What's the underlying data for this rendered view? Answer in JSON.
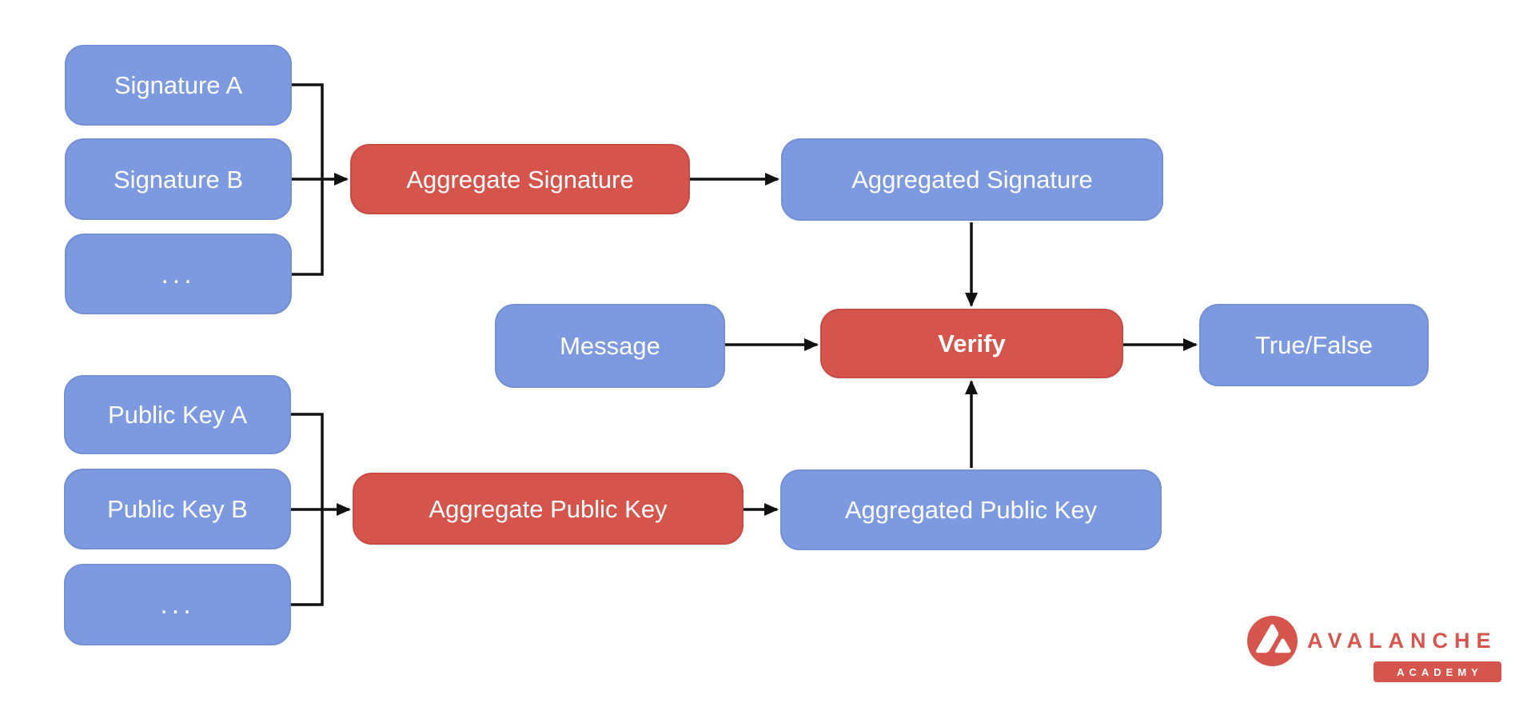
{
  "colors": {
    "background": "#ffffff",
    "data_node_blue": "#7d9ae0",
    "operation_node_red": "#d5544c",
    "node_text": "#ffffff",
    "connector_black": "#111111",
    "brand_red": "#d6564e"
  },
  "nodes": {
    "signature_a": {
      "label": "Signature A"
    },
    "signature_b": {
      "label": "Signature B"
    },
    "signature_more": {
      "label": "..."
    },
    "aggregate_signature": {
      "label": "Aggregate Signature"
    },
    "aggregated_signature": {
      "label": "Aggregated Signature"
    },
    "message": {
      "label": "Message"
    },
    "verify": {
      "label": "Verify"
    },
    "true_false": {
      "label": "True/False"
    },
    "public_key_a": {
      "label": "Public Key A"
    },
    "public_key_b": {
      "label": "Public Key B"
    },
    "public_key_more": {
      "label": "..."
    },
    "aggregate_public_key": {
      "label": "Aggregate Public Key"
    },
    "aggregated_public_key": {
      "label": "Aggregated Public Key"
    }
  },
  "connections": [
    {
      "from": "signature_a",
      "to": "aggregate_signature"
    },
    {
      "from": "signature_b",
      "to": "aggregate_signature"
    },
    {
      "from": "signature_more",
      "to": "aggregate_signature"
    },
    {
      "from": "aggregate_signature",
      "to": "aggregated_signature"
    },
    {
      "from": "aggregated_signature",
      "to": "verify"
    },
    {
      "from": "message",
      "to": "verify"
    },
    {
      "from": "public_key_a",
      "to": "aggregate_public_key"
    },
    {
      "from": "public_key_b",
      "to": "aggregate_public_key"
    },
    {
      "from": "public_key_more",
      "to": "aggregate_public_key"
    },
    {
      "from": "aggregate_public_key",
      "to": "aggregated_public_key"
    },
    {
      "from": "aggregated_public_key",
      "to": "verify"
    },
    {
      "from": "verify",
      "to": "true_false"
    }
  ],
  "logo": {
    "brand": "AVALANCHE",
    "badge": "ACADEMY",
    "icon": "avalanche-mark-icon"
  }
}
